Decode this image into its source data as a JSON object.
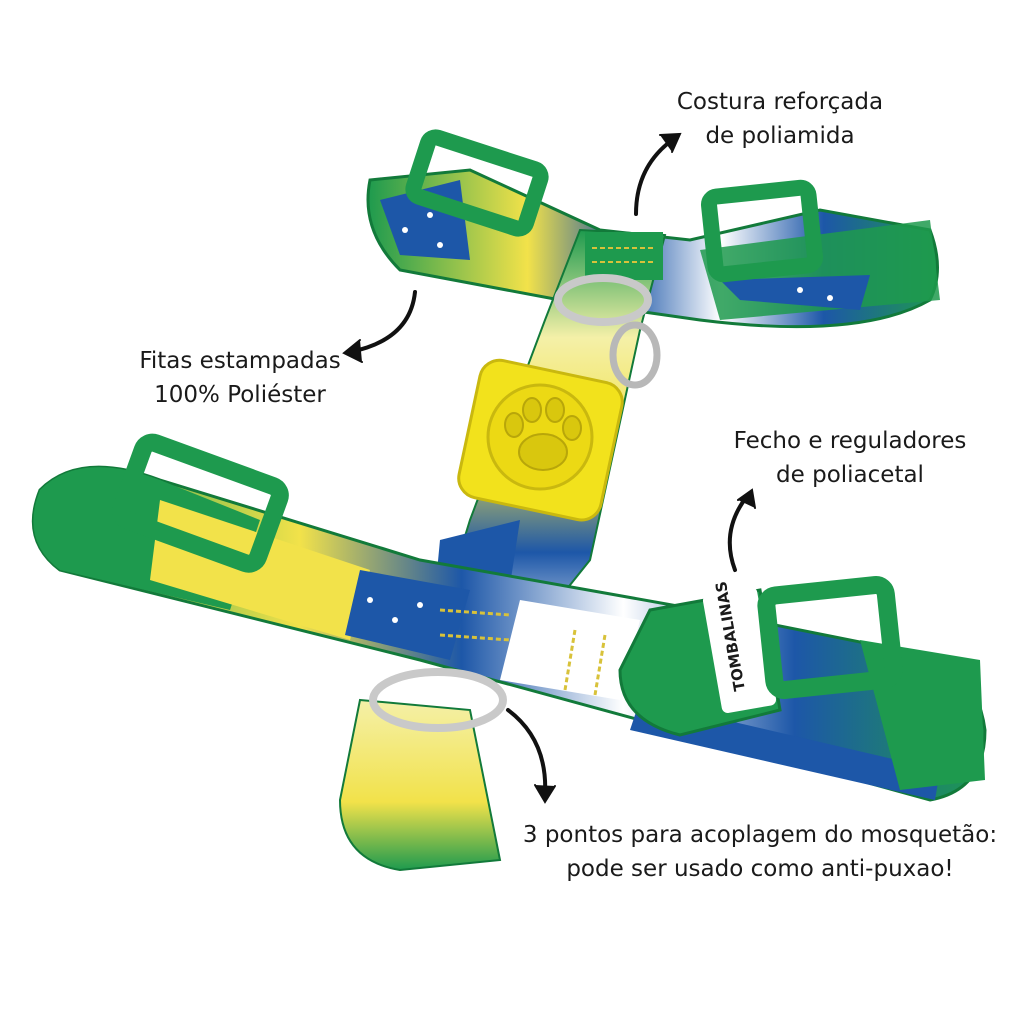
{
  "captions": {
    "costura": {
      "line1": "Costura reforçada",
      "line2": "de poliamida"
    },
    "fitas": {
      "line1": "Fitas estampadas",
      "line2": "100% Poliéster"
    },
    "fecho": {
      "line1": "Fecho e reguladores",
      "line2": "de poliacetal"
    },
    "pontos": {
      "line1": "3 pontos para acoplagem do mosquetão:",
      "line2": "pode ser usado como anti-puxao!"
    }
  },
  "brand": {
    "logo": "TOMBALINAS"
  },
  "colors": {
    "green": "#1e9a4e",
    "dark_green": "#127a3a",
    "yellow": "#f2e24a",
    "pale_yellow": "#f4f0a8",
    "blue": "#1d57a8",
    "white": "#ffffff",
    "buckle_yellow": "#f2e21c",
    "ring": "#c9c9c9"
  },
  "icons": [
    "arrow-icon",
    "paw-icon"
  ]
}
